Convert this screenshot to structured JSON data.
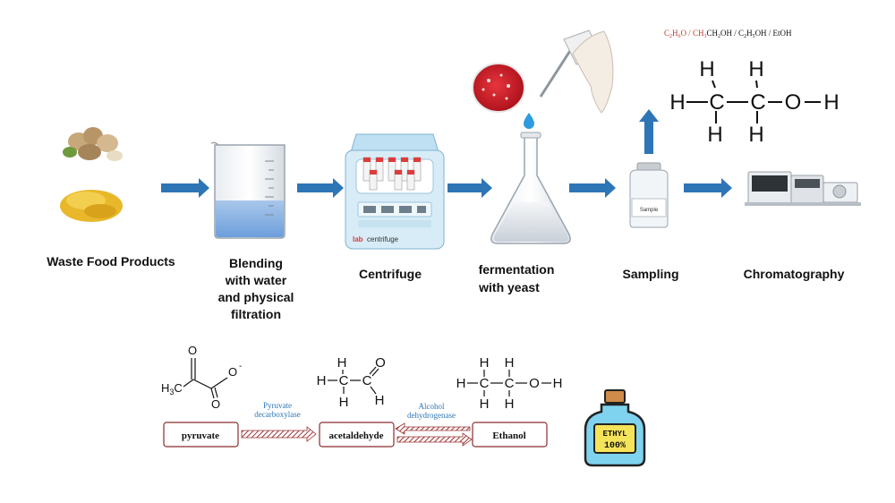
{
  "steps": {
    "waste": "Waste Food Products",
    "blend1": "Blending",
    "blend2": "with water",
    "blend3": "and physical",
    "blend4": "filtration",
    "centrifuge": "Centrifuge",
    "ferm1": "fermentation",
    "ferm2": "with yeast",
    "sampling": "Sampling",
    "chromatography": "Chromatography"
  },
  "formula_line": {
    "part1": "C",
    "sub1": "2",
    "part2": "H",
    "sub2": "6",
    "part3": "O",
    "sep1": " / CH",
    "sub3": "3",
    "part4": "CH",
    "sub4": "2",
    "part5": "OH / C",
    "sub5": "2",
    "part6": "H",
    "sub6": "5",
    "part7": "OH / EtOH",
    "red_color": "#c0392b"
  },
  "structure_big": {
    "h": "H",
    "c": "C",
    "o": "O"
  },
  "pathway": {
    "pyruvate": "pyruvate",
    "acetaldehyde": "acetaldehyde",
    "ethanol": "Ethanol",
    "enzyme1_l1": "Pyruvate",
    "enzyme1_l2": "decarboxylase",
    "enzyme2_l1": "Alcohol",
    "enzyme2_l2": "dehydrogenase",
    "pyruvate_struct": {
      "h3c": "H",
      "h3c_sub": "3",
      "h3c_c": "C",
      "o": "O",
      "o_minus": "O",
      "minus": "-"
    },
    "acet_struct": {
      "h": "H",
      "c": "C",
      "o": "O"
    },
    "eth_struct": {
      "h": "H",
      "c": "C",
      "o": "O"
    }
  },
  "apparatus": {
    "centrifuge_brand": "lab",
    "centrifuge_word": "centrifuge",
    "vial_label": "Sample",
    "bottle_l1": "ETHYL",
    "bottle_l2": "100%"
  },
  "colors": {
    "arrow_blue": "#2e75b6",
    "enzyme_blue": "#2e75b6",
    "box_border": "#8b2b2b",
    "hatched_arrow": "#9b3434"
  }
}
